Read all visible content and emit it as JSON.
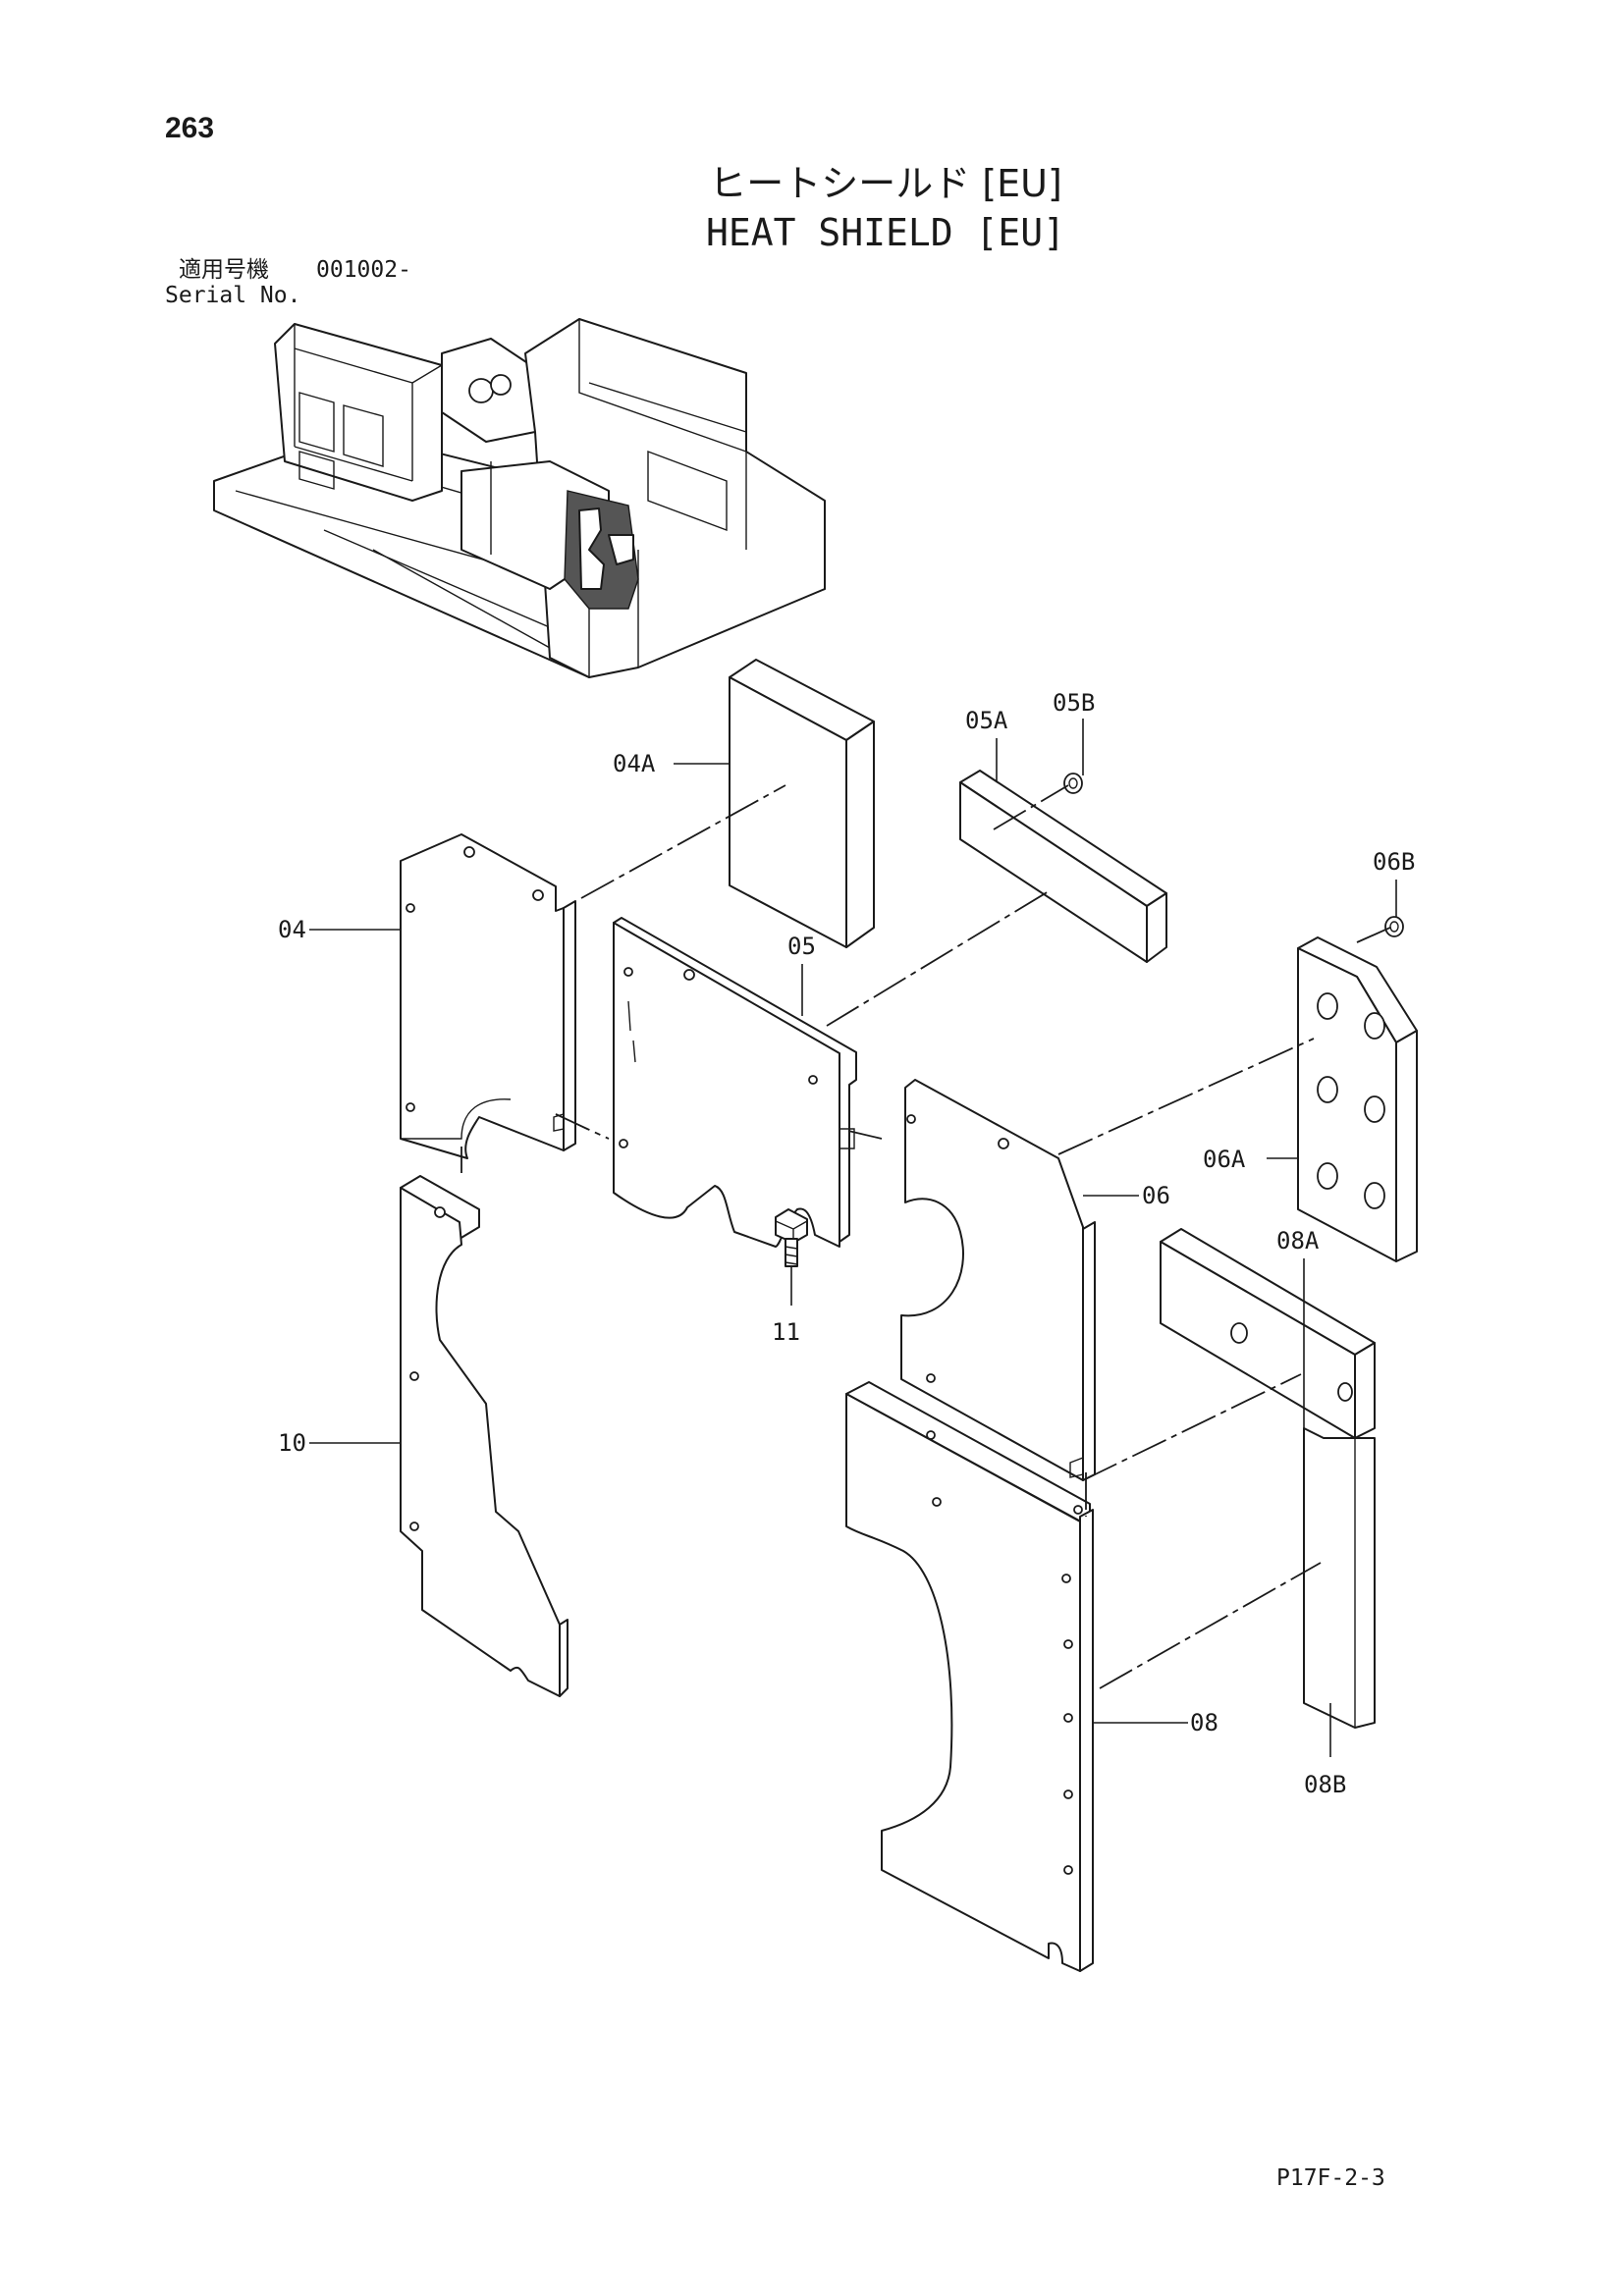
{
  "header": {
    "page_number": "263",
    "title_ja": "ヒートシールド [EU]",
    "title_en": "HEAT SHIELD [EU]",
    "serial_label_ja": "適用号機",
    "serial_value": "001002-",
    "serial_label_en": "Serial No."
  },
  "callouts": {
    "p04A": "04A",
    "p05A": "05A",
    "p05B": "05B",
    "p06B": "06B",
    "p04": "04",
    "p05": "05",
    "p06": "06",
    "p06A": "06A",
    "p08A": "08A",
    "p10": "10",
    "p11": "11",
    "p08": "08",
    "p08B": "08B"
  },
  "footer": {
    "page_code": "P17F-2-3"
  }
}
